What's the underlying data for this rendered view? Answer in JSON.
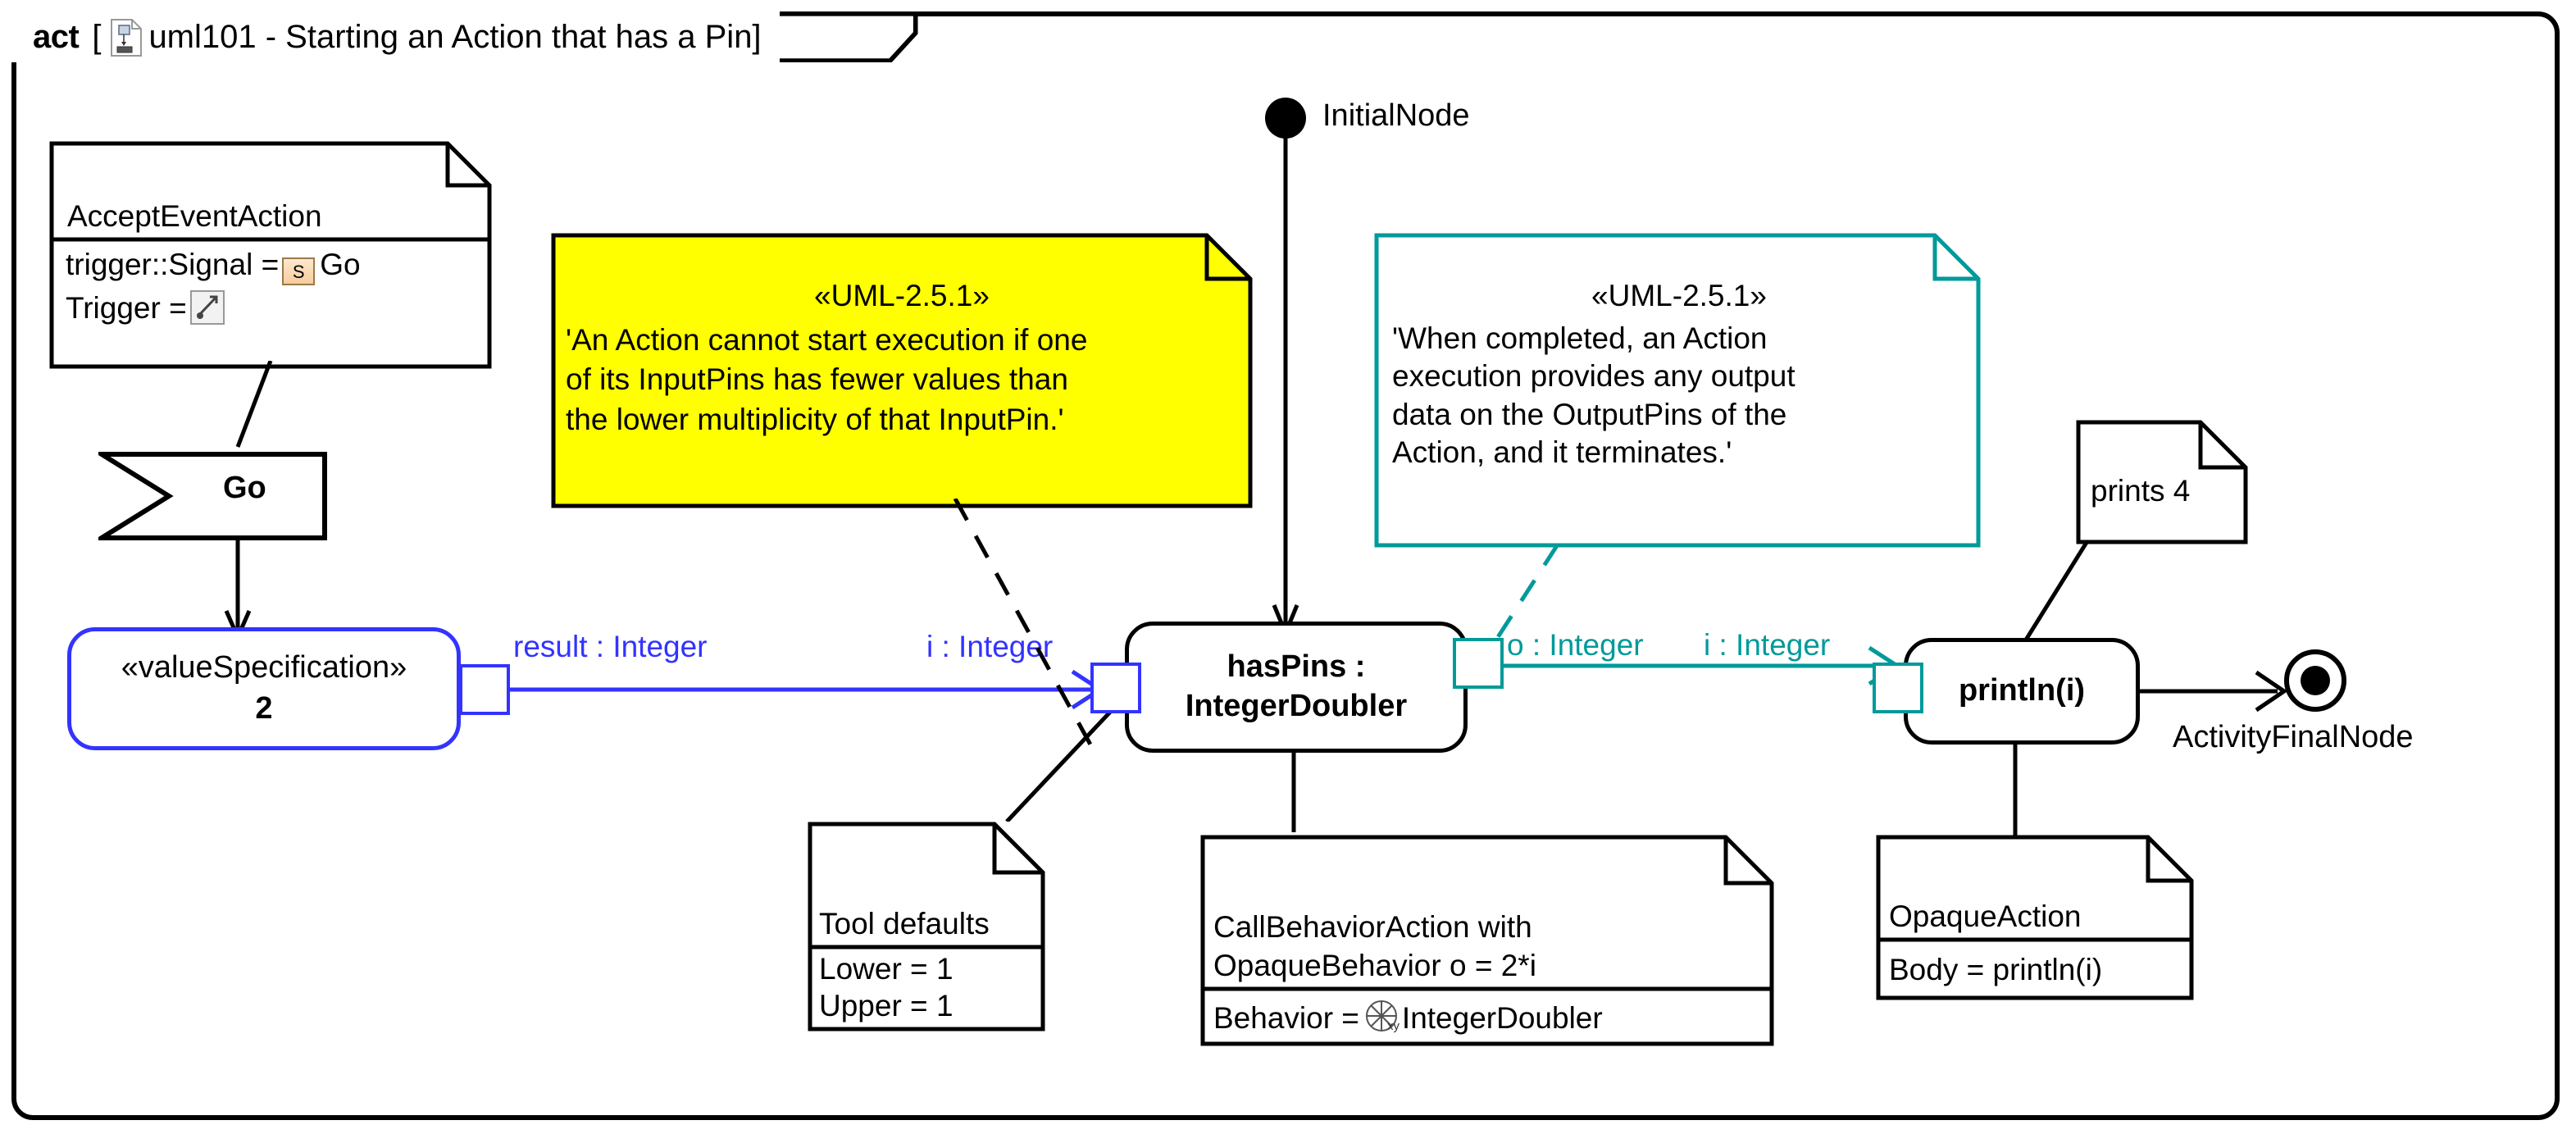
{
  "frame": {
    "keyword": "act",
    "bracket_open": "[",
    "icon": "activity-diagram-icon",
    "title": "uml101 - Starting an Action that has a Pin]"
  },
  "colors": {
    "blue": "#3333FF",
    "teal": "#009A9A",
    "yellow_note": "#FFFF00",
    "black": "#000000",
    "signal_chip": "#F6CD9C"
  },
  "nodes": {
    "initial_node": {
      "label": "InitialNode",
      "icon": "filled-circle-icon"
    },
    "final_node": {
      "label": "ActivityFinalNode",
      "icon": "bullseye-icon"
    },
    "accept_event_note": {
      "title": "AcceptEventAction",
      "attrs": [
        {
          "prefix": "trigger::Signal =",
          "chip": "S",
          "suffix": "Go"
        },
        {
          "prefix": "Trigger =",
          "chip": "lightning",
          "suffix": ""
        }
      ]
    },
    "signal_go": {
      "label": "Go",
      "shape": "signal-receipt-flag"
    },
    "value_spec": {
      "stereotype": "«valueSpecification»",
      "value": "2"
    },
    "has_pins": {
      "line1": "hasPins :",
      "line2": "IntegerDoubler"
    },
    "println": {
      "label": "println(i)"
    }
  },
  "edges": {
    "result_label": "result : Integer",
    "input_i_label": "i : Integer",
    "output_o_label": "o : Integer",
    "input_i2_label": "i : Integer"
  },
  "notes": {
    "uml_yellow": {
      "stereotype": "«UML-2.5.1»",
      "lines": [
        "'An Action cannot start execution if one",
        "of its InputPins has fewer values than",
        "the lower multiplicity of that InputPin.'"
      ]
    },
    "uml_teal": {
      "stereotype": "«UML-2.5.1»",
      "lines": [
        "'When completed, an Action",
        "execution provides any output",
        "data on the OutputPins of the",
        "Action, and it terminates.'"
      ]
    },
    "prints": {
      "text": "prints 4"
    },
    "tool_defaults": {
      "title": "Tool defaults",
      "attrs": [
        "Lower = 1",
        "Upper = 1"
      ]
    },
    "call_behavior": {
      "lines": [
        "CallBehaviorAction with",
        "OpaqueBehavior o = 2*i"
      ],
      "attr_prefix": "Behavior =",
      "attr_chip": "behavior-icon",
      "attr_suffix": "IntegerDoubler"
    },
    "opaque_action": {
      "title": "OpaqueAction",
      "attr": "Body = println(i)"
    }
  }
}
